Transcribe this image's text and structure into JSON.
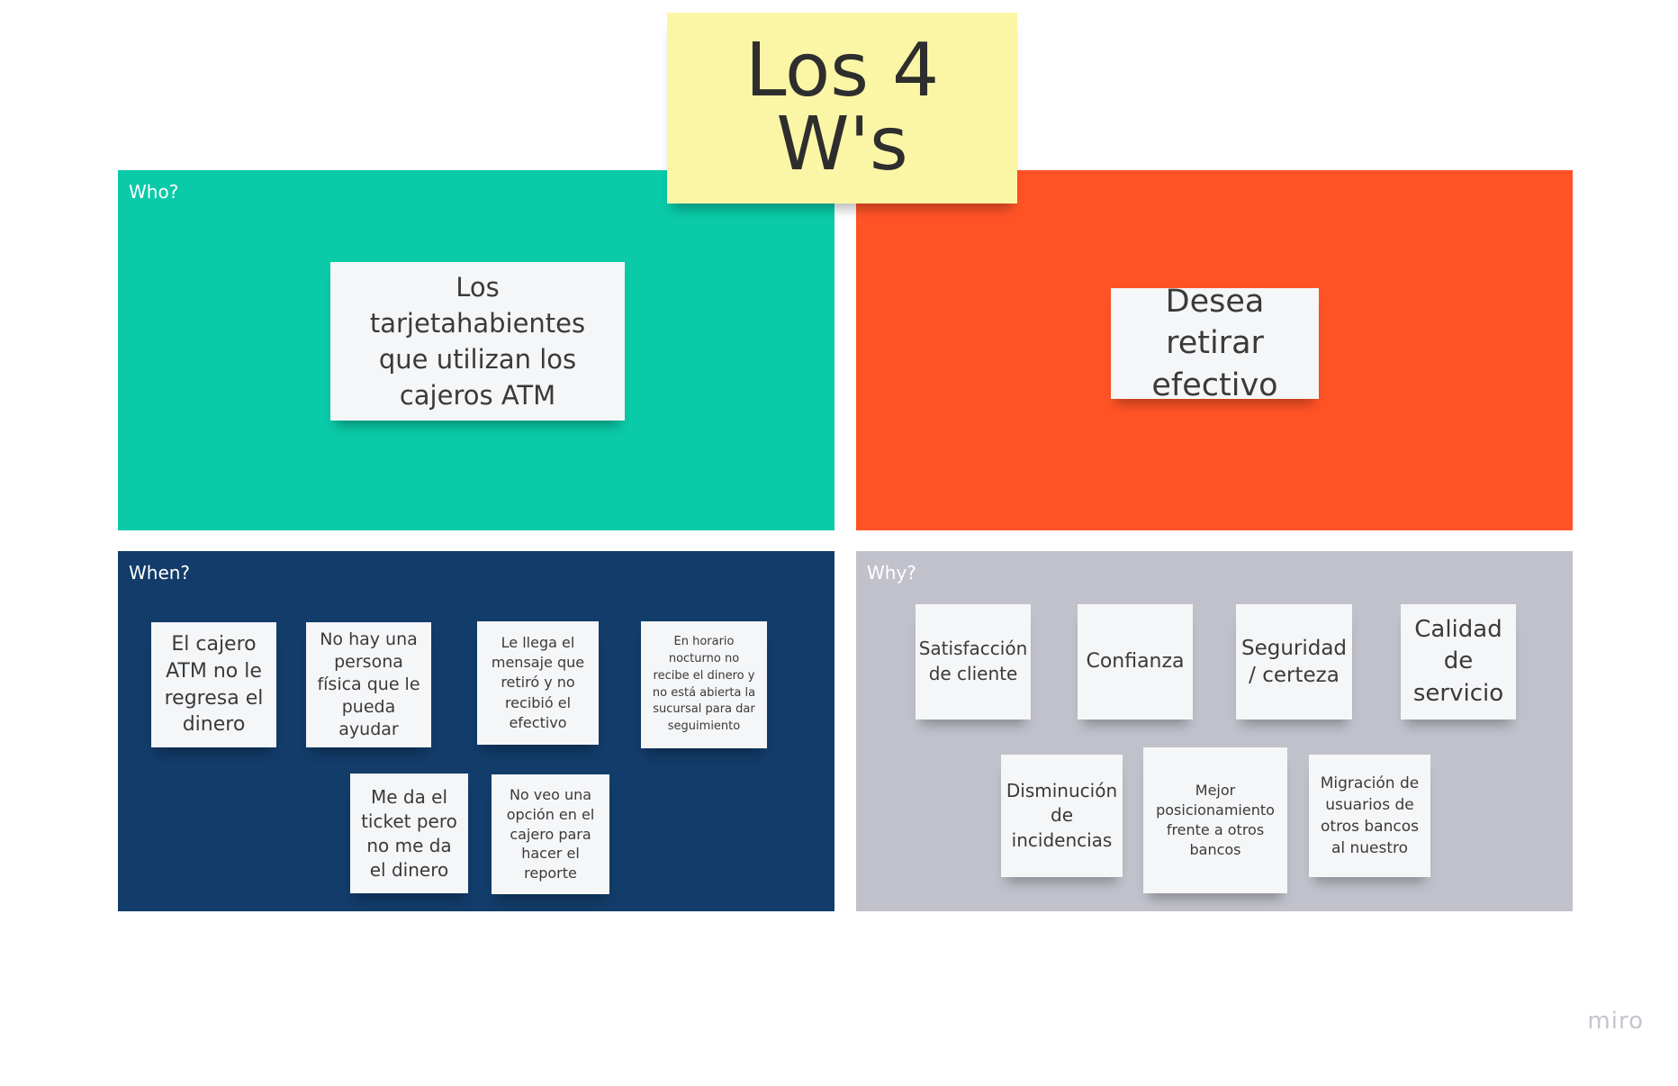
{
  "title": "Los 4 W's",
  "colors": {
    "title_sticky": "#fbf6a6",
    "who": "#0acaa8",
    "what": "#ff5326",
    "when": "#123c69",
    "why": "#c1c1cb",
    "sticky": "#f5f6f8"
  },
  "quadrants": {
    "who": {
      "label": "Who?",
      "notes": [
        "Los tarjetahabientes que utilizan los cajeros ATM"
      ]
    },
    "what": {
      "label": "",
      "notes": [
        "Desea retirar efectivo"
      ]
    },
    "when": {
      "label": "When?",
      "notes": [
        "El cajero ATM no le regresa el dinero",
        "No hay una persona física que le pueda ayudar",
        "Le llega el mensaje que retiró y no recibió el efectivo",
        "En horario nocturno no recibe el dinero y no está abierta la sucursal para dar seguimiento",
        "Me da el ticket pero no me da el dinero",
        "No veo una opción en el cajero para hacer el reporte"
      ]
    },
    "why": {
      "label": "Why?",
      "notes": [
        "Satisfacción de cliente",
        "Confianza",
        "Seguridad / certeza",
        "Calidad de servicio",
        "Disminución de incidencias",
        "Mejor posicionamiento frente a otros bancos",
        "Migración de usuarios de otros bancos al nuestro"
      ]
    }
  },
  "brand": "miro"
}
